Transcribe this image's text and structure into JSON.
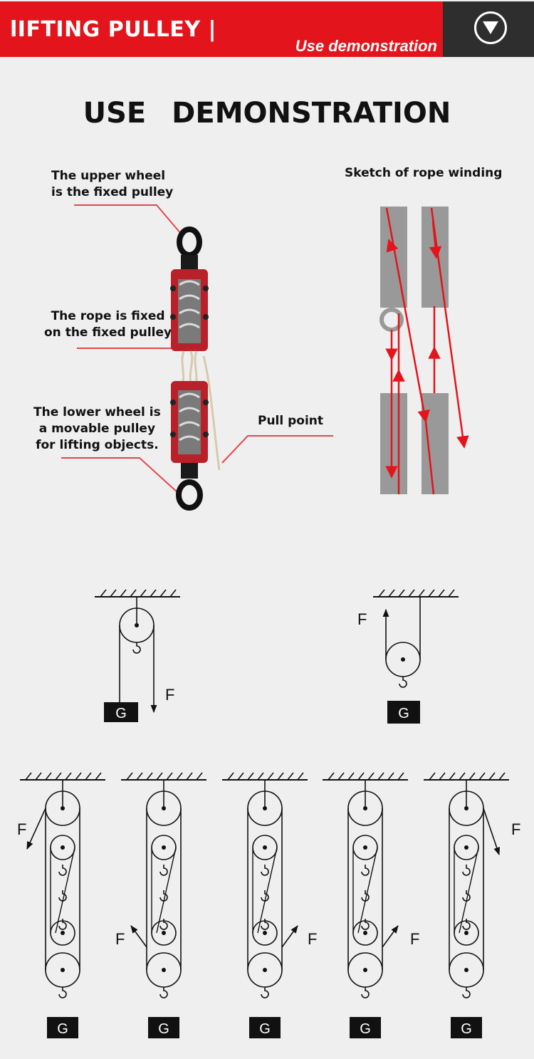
{
  "banner": {
    "title": "lIFTING PULLEY |",
    "subtitle": "Use demonstration",
    "button_icon": "chevron-down-circle-icon",
    "colors": {
      "red": "#e3141b",
      "dark": "#2e2e2e"
    }
  },
  "headline": "USE DEMONSTRATION",
  "photo_labels": {
    "upper_wheel": [
      "The upper wheel",
      "is the fixed pulley"
    ],
    "rope_fixed": [
      "The rope is fixed",
      "on the fixed pulley"
    ],
    "lower_wheel": [
      "The lower wheel is",
      "a movable pulley",
      "for lifting objects."
    ],
    "pull_point": "Pull point"
  },
  "sketch_title": "Sketch of rope winding",
  "diagram_labels": {
    "force": "F",
    "weight": "G"
  },
  "colors": {
    "accent": "#e3141b",
    "leader": "#e4474d",
    "block": "#999999"
  }
}
